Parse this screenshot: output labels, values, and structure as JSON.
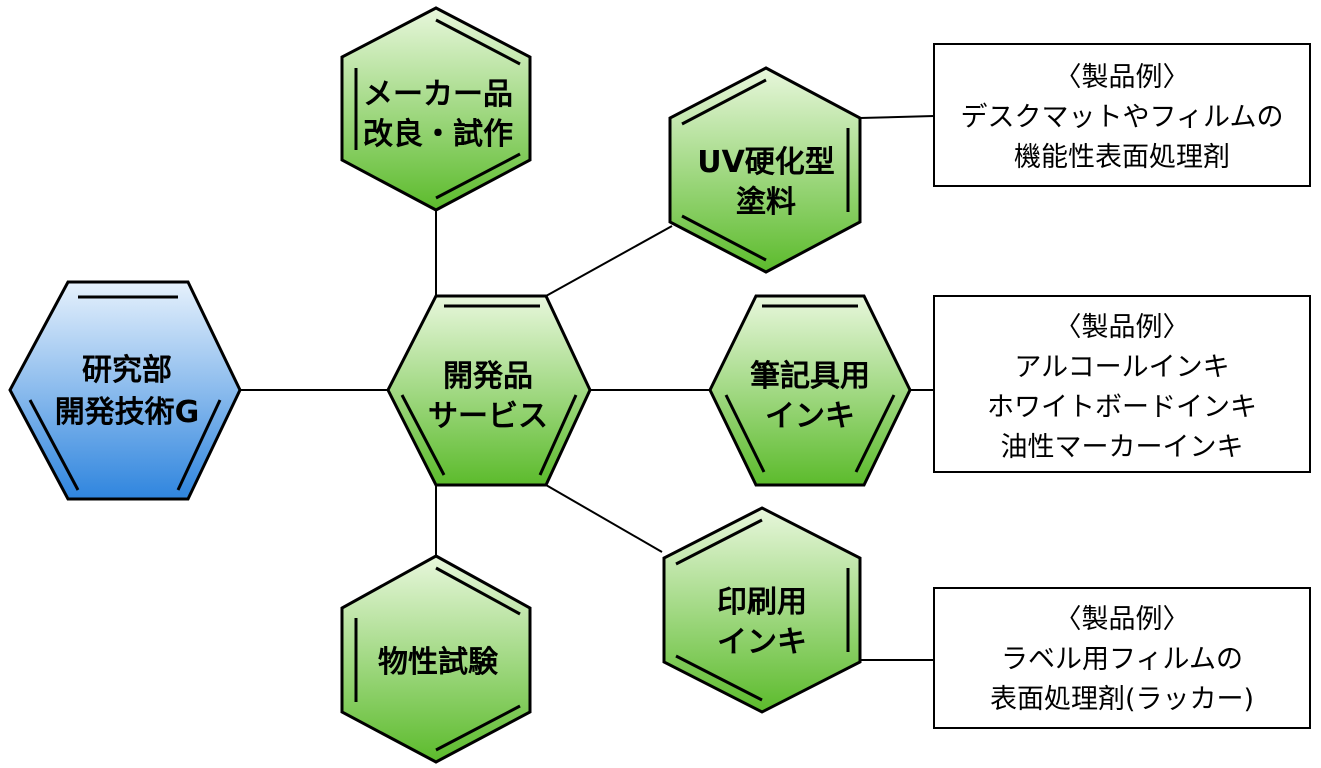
{
  "hexagons": {
    "research": {
      "lines": [
        "研究部",
        "開発技術G"
      ]
    },
    "center": {
      "lines": [
        "開発品",
        "サービス"
      ]
    },
    "maker": {
      "lines": [
        "メーカー品",
        "改良・試作"
      ]
    },
    "uv": {
      "lines": [
        "UV硬化型",
        "塗料"
      ]
    },
    "pen_ink": {
      "lines": [
        "筆記具用",
        "インキ"
      ]
    },
    "print_ink": {
      "lines": [
        "印刷用",
        "インキ"
      ]
    },
    "physical": {
      "lines": [
        "物性試験"
      ]
    }
  },
  "boxes": {
    "uv_examples": {
      "lines": [
        "〈製品例〉",
        "デスクマットやフィルムの",
        "機能性表面処理剤"
      ]
    },
    "pen_examples": {
      "lines": [
        "〈製品例〉",
        "アルコールインキ",
        "ホワイトボードインキ",
        "油性マーカーインキ"
      ]
    },
    "print_examples": {
      "lines": [
        "〈製品例〉",
        "ラベル用フィルムの",
        "表面処理剤(ラッカー)"
      ]
    }
  },
  "colors": {
    "green_top": "#e8f7dc",
    "green_bottom": "#5cbb2c",
    "blue_top": "#e6f1fc",
    "blue_bottom": "#2f85de",
    "stroke": "#000000"
  }
}
